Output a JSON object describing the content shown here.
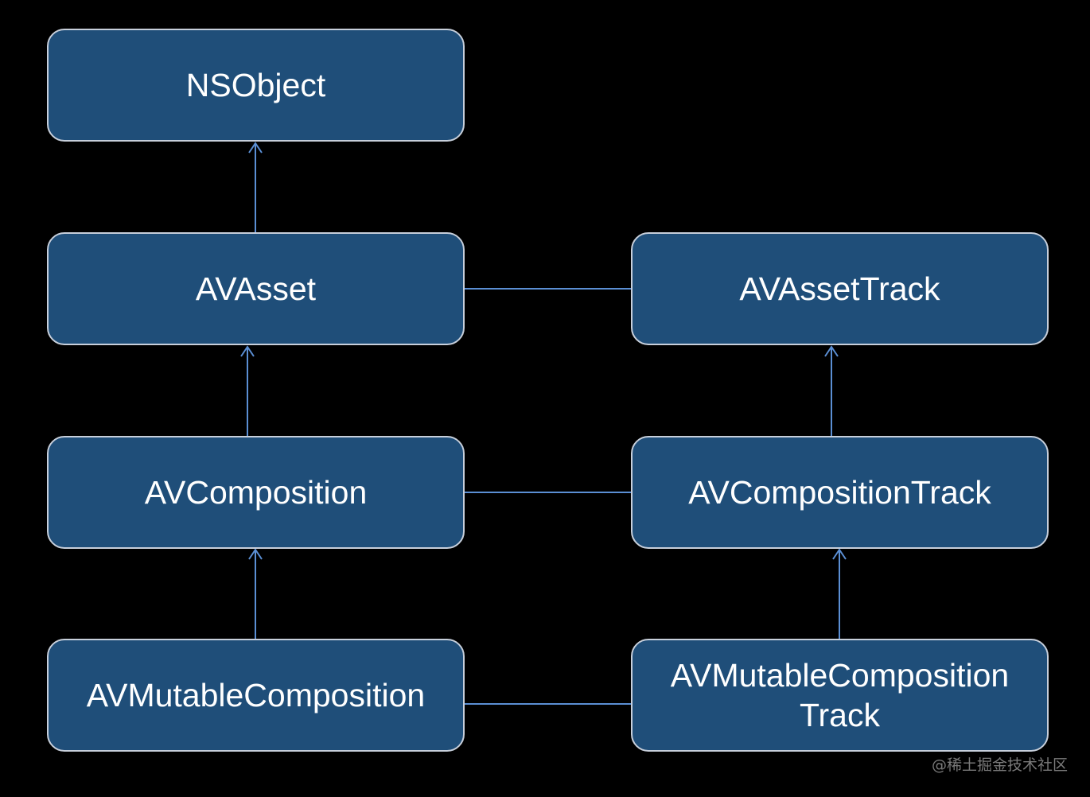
{
  "colors": {
    "background": "#000000",
    "node_fill": "#1f4e79",
    "node_border": "#c7cfdb",
    "connector": "#5b8fd4",
    "text": "#ffffff"
  },
  "nodes": {
    "nsobject": {
      "label": "NSObject"
    },
    "avasset": {
      "label": "AVAsset"
    },
    "avcomposition": {
      "label": "AVComposition"
    },
    "avmutablecomposition": {
      "label": "AVMutableComposition"
    },
    "avassettrack": {
      "label": "AVAssetTrack"
    },
    "avcompositiontrack": {
      "label": "AVCompositionTrack"
    },
    "avmutablecompositiontrack": {
      "label_line1": "AVMutableComposition",
      "label_line2": "Track"
    }
  },
  "edges": [
    {
      "from": "avasset",
      "to": "nsobject",
      "kind": "inheritance"
    },
    {
      "from": "avcomposition",
      "to": "avasset",
      "kind": "inheritance"
    },
    {
      "from": "avmutablecomposition",
      "to": "avcomposition",
      "kind": "inheritance"
    },
    {
      "from": "avcompositiontrack",
      "to": "avassettrack",
      "kind": "inheritance"
    },
    {
      "from": "avmutablecompositiontrack",
      "to": "avcompositiontrack",
      "kind": "inheritance"
    },
    {
      "from": "avasset",
      "to": "avassettrack",
      "kind": "association"
    },
    {
      "from": "avcomposition",
      "to": "avcompositiontrack",
      "kind": "association"
    },
    {
      "from": "avmutablecomposition",
      "to": "avmutablecompositiontrack",
      "kind": "association"
    }
  ],
  "watermark": "@稀土掘金技术社区"
}
